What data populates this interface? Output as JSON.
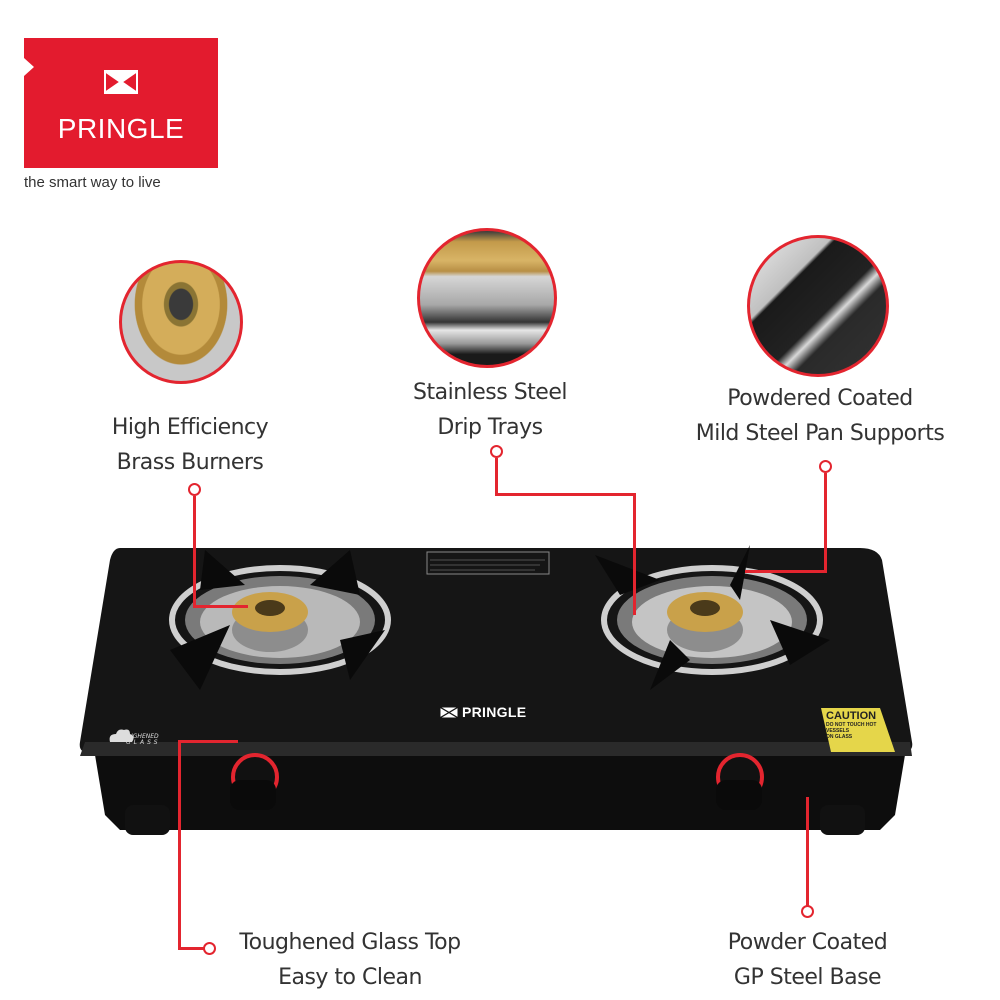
{
  "brand": {
    "name": "PRINGLE",
    "tagline": "the smart way to live",
    "color": "#e31b2e"
  },
  "features": [
    {
      "id": "burners",
      "line1": "High Efficiency",
      "line2": "Brass Burners"
    },
    {
      "id": "drip-trays",
      "line1": "Stainless Steel",
      "line2": "Drip Trays"
    },
    {
      "id": "pan-supports",
      "line1": "Powdered Coated",
      "line2": "Mild Steel Pan Supports"
    },
    {
      "id": "glass-top",
      "line1": "Toughened Glass Top",
      "line2": "Easy to Clean"
    },
    {
      "id": "base",
      "line1": "Powder Coated",
      "line2": "GP Steel Base"
    }
  ],
  "product": {
    "top_logo": "PRINGLE",
    "glass_badge_line1": "TOUGHENED",
    "glass_badge_line2": "GLASS",
    "caution_title": "CAUTION",
    "caution_line1": "DO NOT TOUCH HOT",
    "caution_line2": "VESSELS",
    "caution_line3": "ON GLASS"
  },
  "colors": {
    "accent": "#e3252f",
    "text": "#333333",
    "stove": "#111111",
    "brass": "#c9a14a"
  }
}
